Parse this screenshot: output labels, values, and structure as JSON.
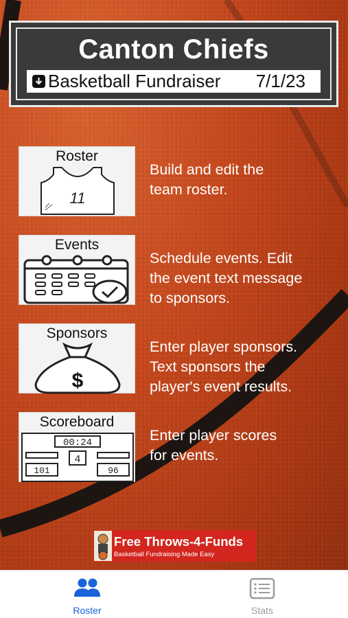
{
  "header": {
    "team_name": "Canton Chiefs",
    "event_name": "Basketball Fundraiser",
    "event_date": "7/1/23"
  },
  "menu": [
    {
      "title": "Roster",
      "jersey_number": "11",
      "description": [
        "Build and edit the",
        "team roster."
      ]
    },
    {
      "title": "Events",
      "description": [
        "Schedule events. Edit",
        "the event text message",
        "to sponsors."
      ]
    },
    {
      "title": "Sponsors",
      "symbol": "$",
      "description": [
        "Enter player sponsors.",
        "Text sponsors the",
        "player's event results."
      ]
    },
    {
      "title": "Scoreboard",
      "clock": "00:24",
      "period": "4",
      "home_score": "101",
      "away_score": "96",
      "description": [
        "Enter player scores",
        "for events."
      ]
    }
  ],
  "banner": {
    "title": "Free Throws-4-Funds",
    "subtitle": "Basketball Fundraising Made Easy"
  },
  "tabs": [
    {
      "label": "Roster",
      "icon": "people-icon",
      "active": true
    },
    {
      "label": "Stats",
      "icon": "list-icon",
      "active": false
    }
  ],
  "colors": {
    "tab_active": "#1a63d8",
    "tab_inactive": "#9b9b9b",
    "banner": "#d2261f",
    "header_bg": "#3a3a3a"
  }
}
